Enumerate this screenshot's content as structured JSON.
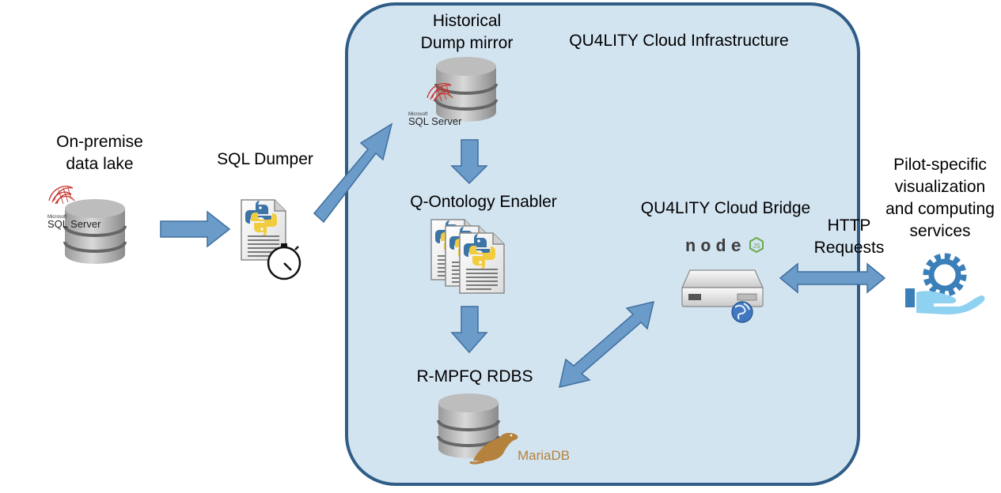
{
  "labels": {
    "onprem": [
      "On-premise",
      "data lake"
    ],
    "dumper": "SQL Dumper",
    "historical": [
      "Historical",
      "Dump mirror"
    ],
    "cloud_infra": "QU4LITY Cloud Infrastructure",
    "ontology": "Q-Ontology Enabler",
    "rdbs": "R-MPFQ RDBS",
    "bridge": "QU4LITY Cloud Bridge",
    "http": [
      "HTTP",
      "Requests"
    ],
    "pilot": [
      "Pilot-specific",
      "visualization",
      "and computing",
      "services"
    ]
  },
  "logos": {
    "sql_server": "SQL Server",
    "sql_server_small": "Microsoft",
    "mariadb": "MariaDB",
    "node": "node",
    "node_badge": "JS"
  },
  "colors": {
    "cloud_fill": "#d3e4f1",
    "cloud_border": "#2f5d87",
    "arrow_fill": "#6b9bc8",
    "arrow_stroke": "#3e6f9e",
    "db_grey": "#8c8c8c",
    "sql_red": "#c8332d",
    "mariadb_brown": "#b5823e",
    "node_green": "#6aa84f",
    "gear_blue": "#3a7fb8"
  },
  "icons": [
    "database-icon",
    "sql-server-logo",
    "python-script-icon",
    "stopwatch-icon",
    "mariadb-logo",
    "nodejs-logo",
    "server-icon",
    "globe-icon",
    "gear-hand-icon"
  ]
}
